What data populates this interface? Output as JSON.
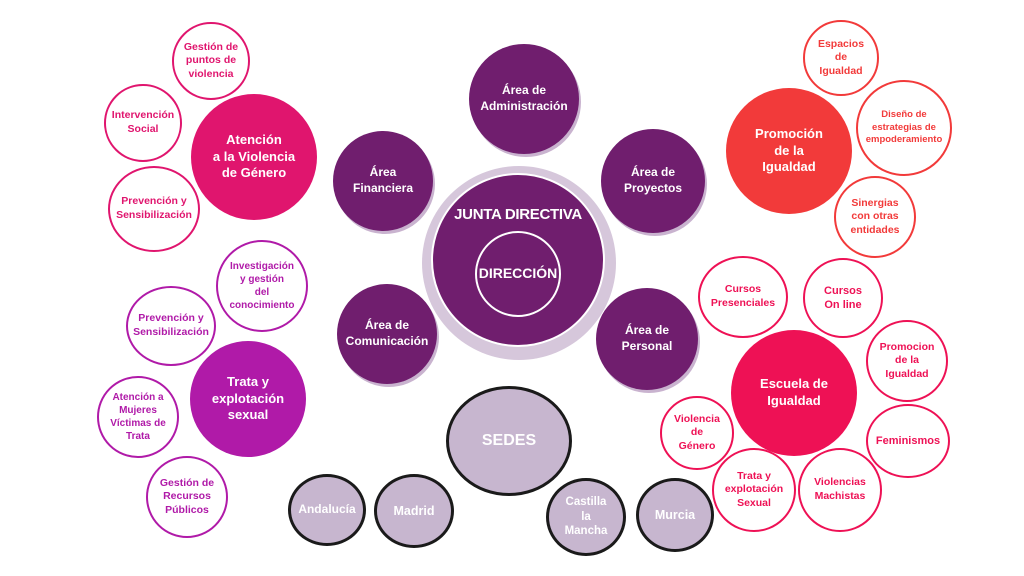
{
  "center": {
    "top": "JUNTA DIRECTIVA",
    "bottom": "DIRECCIÓN"
  },
  "areas": {
    "administracion": "Área de\nAdministración",
    "financiera": "Área\nFinanciera",
    "proyectos": "Área de\nProyectos",
    "comunicacion": "Área de\nComunicación",
    "personal": "Área de\nPersonal"
  },
  "violencia": {
    "main": "Atención\na la Violencia\nde Género",
    "gestion": "Gestión de\npuntos de\nviolencia",
    "intervencion": "Intervención\nSocial",
    "prevencion": "Prevención y\nSensibilización"
  },
  "trata": {
    "main": "Trata y\nexplotación\nsexual",
    "investigacion": "Investigación\ny gestión\ndel\nconocimiento",
    "prevencion": "Prevención y\nSensibilización",
    "atencion": "Atención a\nMujeres\nVíctimas de\nTrata",
    "gestion": "Gestión de\nRecursos\nPúblicos"
  },
  "igualdad": {
    "main": "Promoción\nde la\nIgualdad",
    "espacios": "Espacios\nde\nIgualdad",
    "diseno": "Diseño de\nestrategias de\nempoderamiento",
    "sinergias": "Sinergias\ncon otras\nentidades"
  },
  "escuela": {
    "main": "Escuela de\nIgualdad",
    "presenciales": "Cursos\nPresenciales",
    "online": "Cursos\nOn line",
    "promocion": "Promocion\nde la\nIgualdad",
    "feminismos": "Feminismos",
    "violencia": "Violencia\nde\nGénero",
    "trata": "Trata y\nexplotación\nSexual",
    "machistas": "Violencias\nMachistas"
  },
  "sedes": {
    "main": "SEDES",
    "items": [
      "Andalucía",
      "Madrid",
      "Castilla\nla\nMancha",
      "Murcia"
    ]
  },
  "colors": {
    "dark_purple": "#701e6e",
    "pink": "#e0156e",
    "magenta": "#b01aa8",
    "red": "#f23a3a",
    "hot_pink": "#ee1155",
    "lilac": "#c7b6cf"
  }
}
